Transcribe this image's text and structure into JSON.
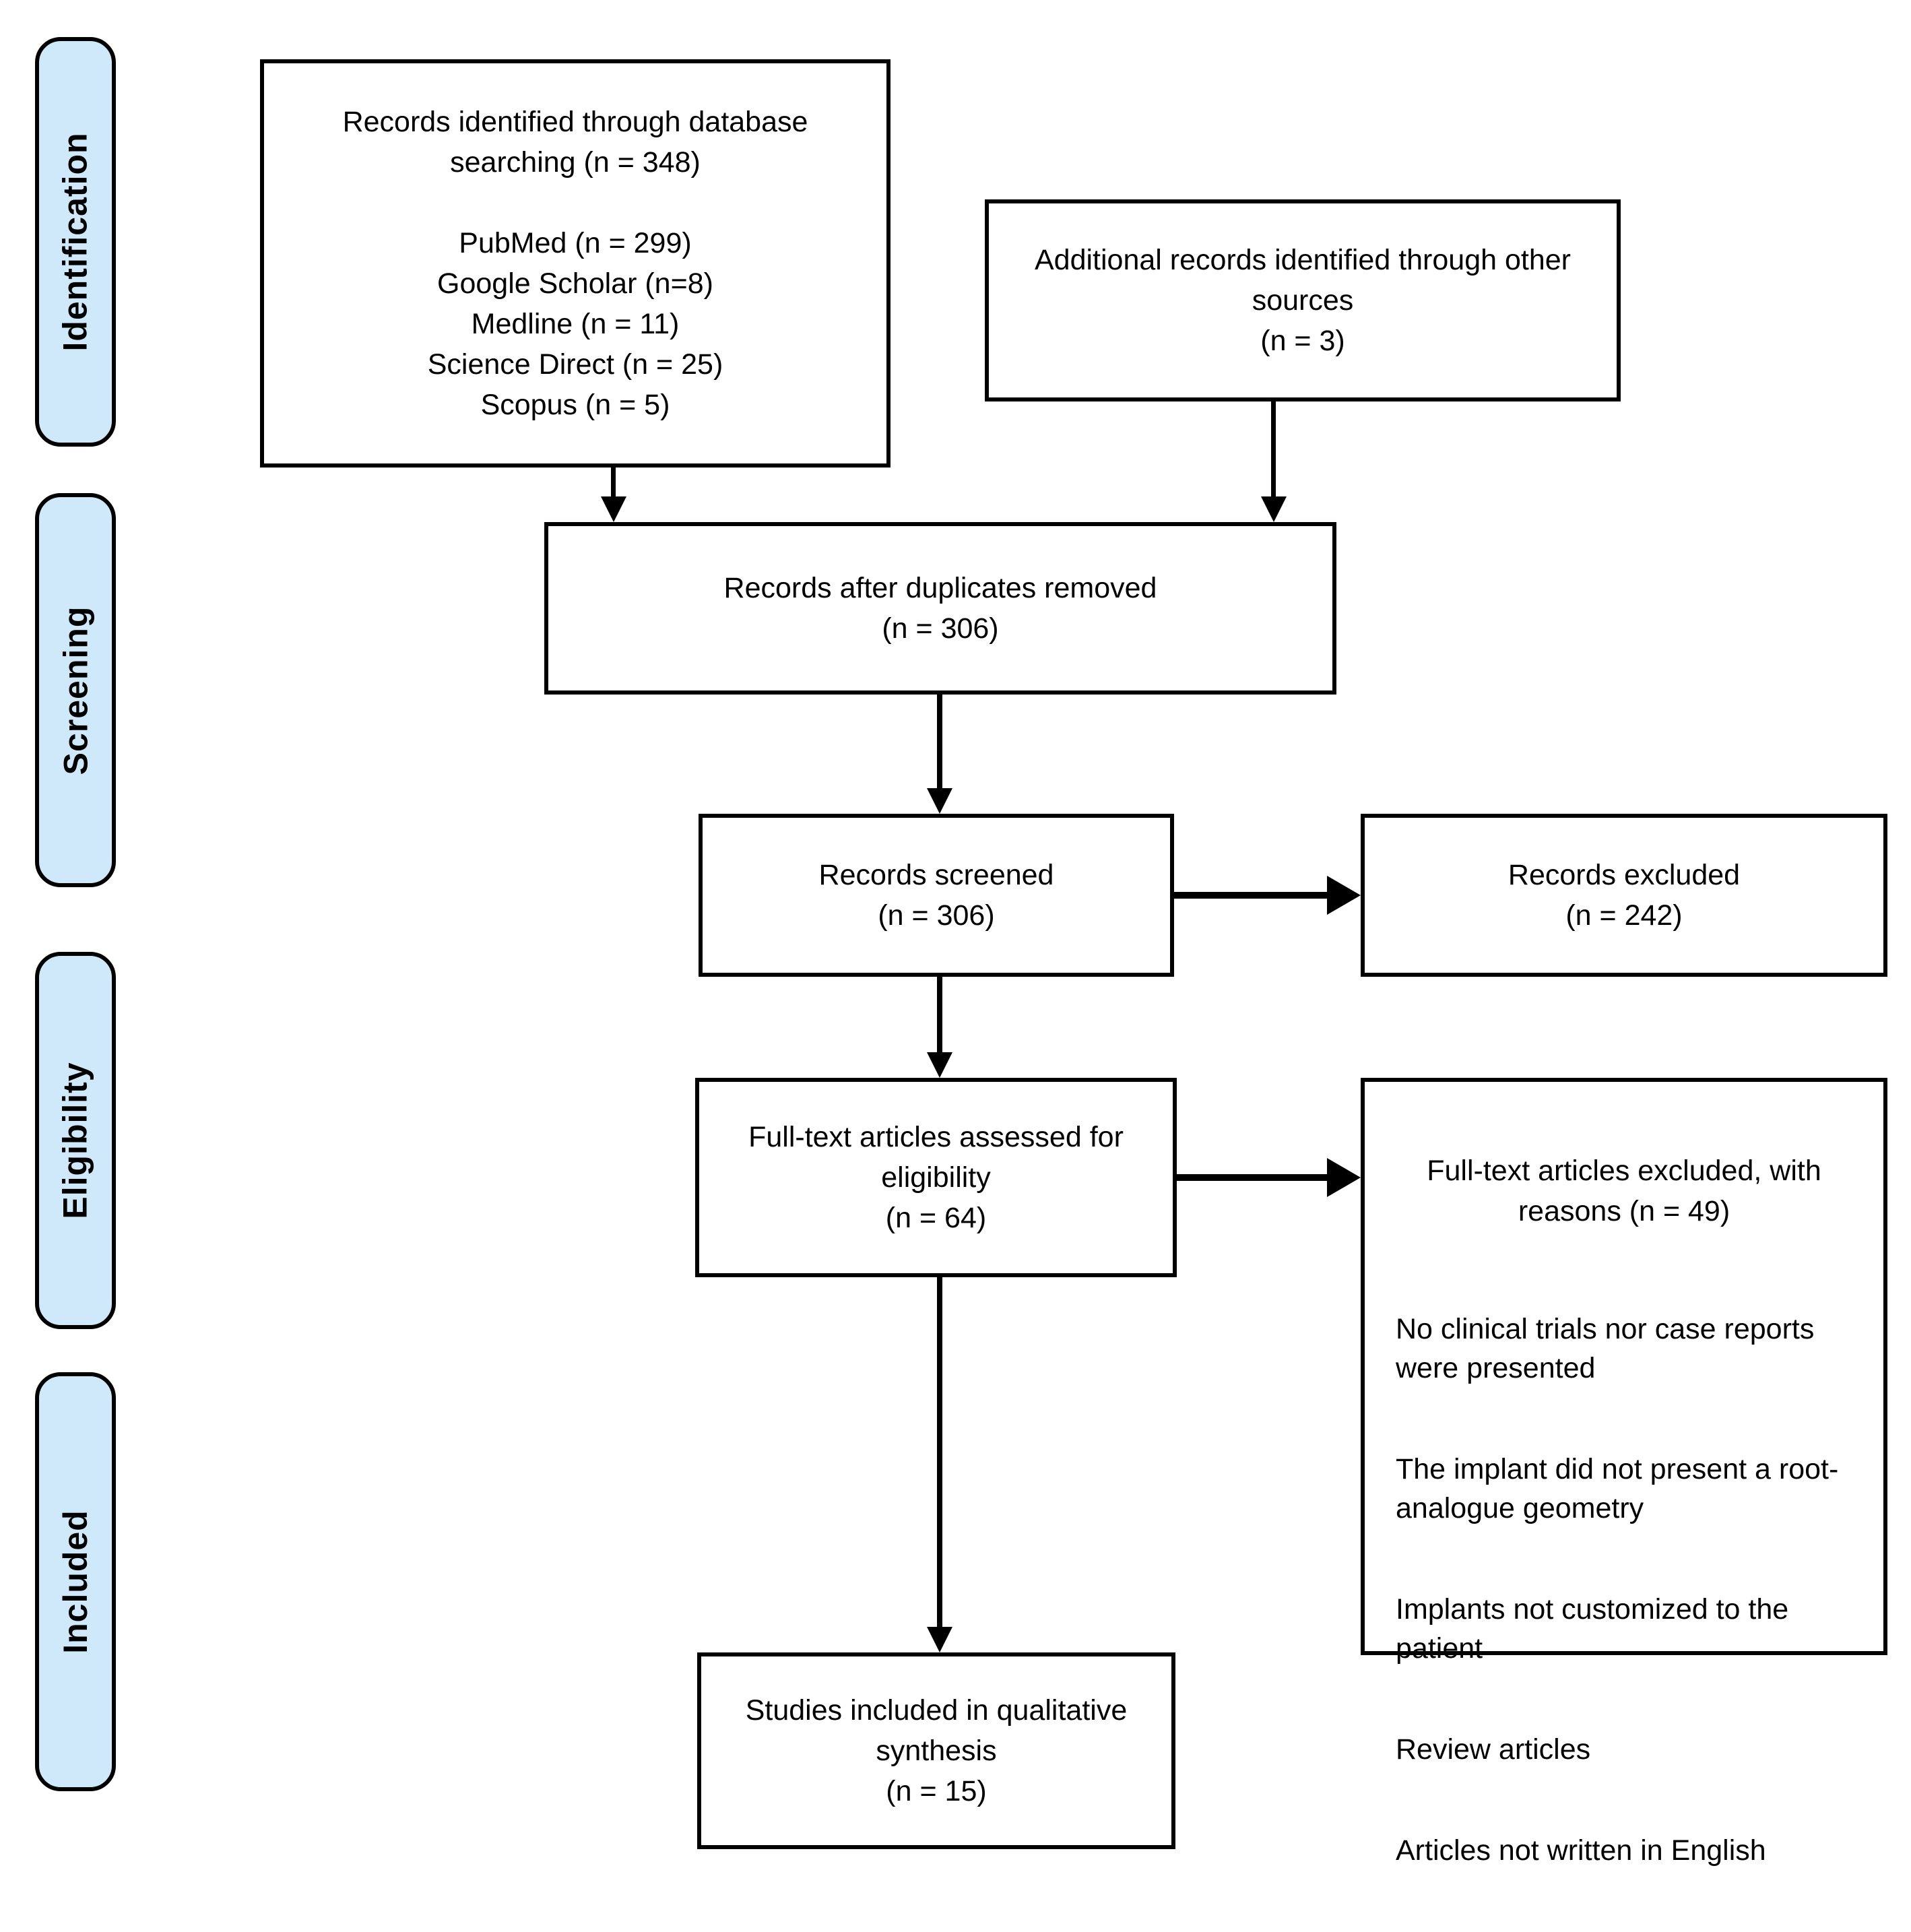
{
  "stages": [
    {
      "label": "Identification"
    },
    {
      "label": "Screening"
    },
    {
      "label": "Eligibility"
    },
    {
      "label": "Included"
    }
  ],
  "boxes": {
    "records_identified": {
      "text": "Records identified through database\nsearching (n = 348)\n\nPubMed (n = 299)\nGoogle Scholar (n=8)\nMedline (n = 11)\nScience Direct (n = 25)\nScopus (n = 5)"
    },
    "additional_records": {
      "text": "Additional records identified through other\nsources\n(n = 3)"
    },
    "duplicates_removed": {
      "text": "Records after duplicates removed\n(n = 306)"
    },
    "records_screened": {
      "text": "Records screened\n(n = 306)"
    },
    "records_excluded": {
      "text": "Records excluded\n(n = 242)"
    },
    "fulltext_assessed": {
      "text": "Full-text articles assessed for\neligibility\n(n = 64)"
    },
    "fulltext_excluded": {
      "title": "Full-text articles excluded, with\nreasons (n = 49)",
      "reasons": [
        {
          "text": "No clinical trials nor case reports\nwere presented"
        },
        {
          "text": "The implant did not present a root-\nanalogue geometry"
        },
        {
          "text": "Implants not customized to the\npatient"
        },
        {
          "text": "Review articles"
        },
        {
          "text": "Articles not written in English"
        }
      ]
    },
    "studies_included": {
      "text": "Studies included in qualitative\nsynthesis\n(n = 15)"
    }
  },
  "colors": {
    "stage_fill": "#cfe9fa",
    "box_fill": "#ffffff",
    "line": "#000000"
  }
}
